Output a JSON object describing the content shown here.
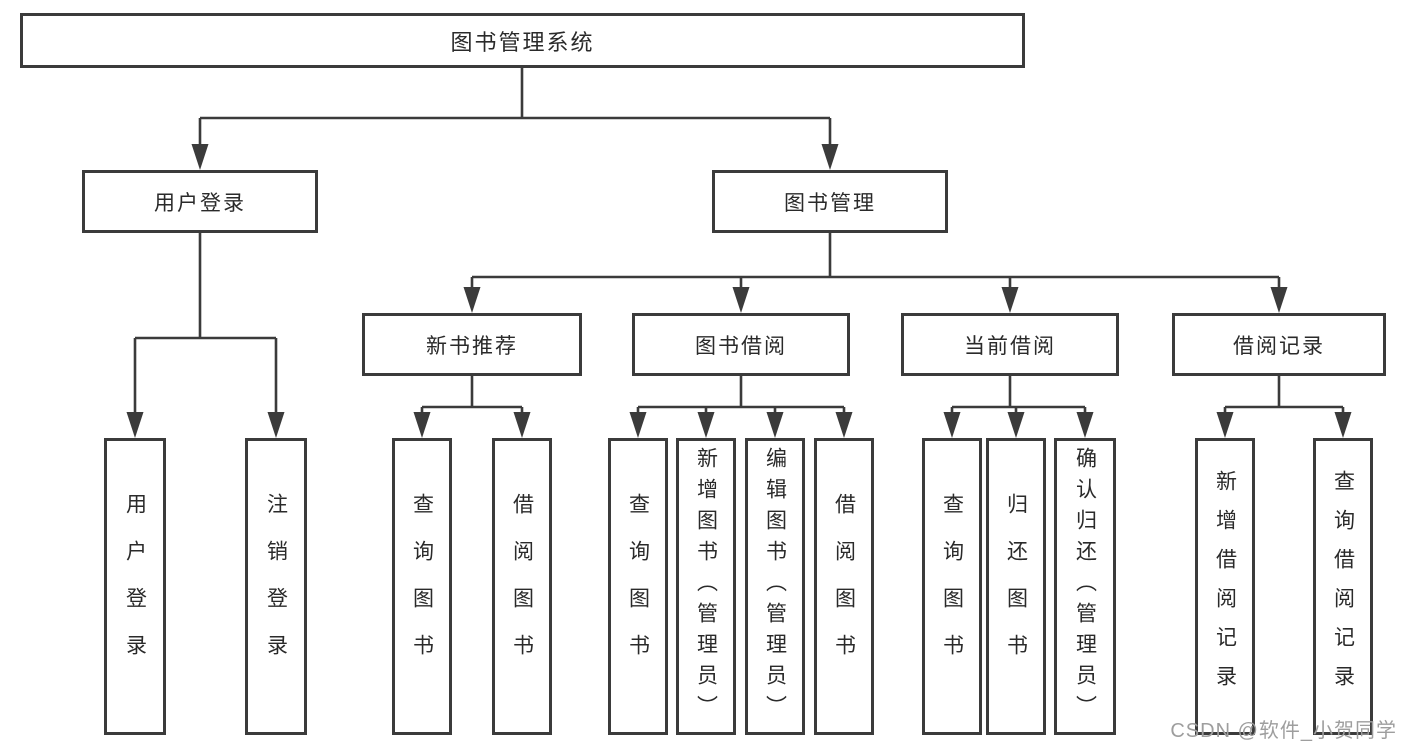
{
  "tree": {
    "label": "图书管理系统",
    "children": [
      {
        "label": "用户登录",
        "children": [
          {
            "label": "用户登录"
          },
          {
            "label": "注销登录"
          }
        ]
      },
      {
        "label": "图书管理",
        "children": [
          {
            "label": "新书推荐",
            "children": [
              {
                "label": "查询图书"
              },
              {
                "label": "借阅图书"
              }
            ]
          },
          {
            "label": "图书借阅",
            "children": [
              {
                "label": "查询图书"
              },
              {
                "label": "新增图书（管理员）"
              },
              {
                "label": "编辑图书（管理员）"
              },
              {
                "label": "借阅图书"
              }
            ]
          },
          {
            "label": "当前借阅",
            "children": [
              {
                "label": "查询图书"
              },
              {
                "label": "归还图书"
              },
              {
                "label": "确认归还（管理员）"
              }
            ]
          },
          {
            "label": "借阅记录",
            "children": [
              {
                "label": "新增借阅记录"
              },
              {
                "label": "查询借阅记录"
              }
            ]
          }
        ]
      }
    ]
  },
  "watermark": {
    "text": "CSDN @软件_小贺同学"
  },
  "colors": {
    "line": "#3b3b3b",
    "text": "#2a2a2a",
    "background": "#ffffff",
    "watermark": "#9e9e9e"
  }
}
